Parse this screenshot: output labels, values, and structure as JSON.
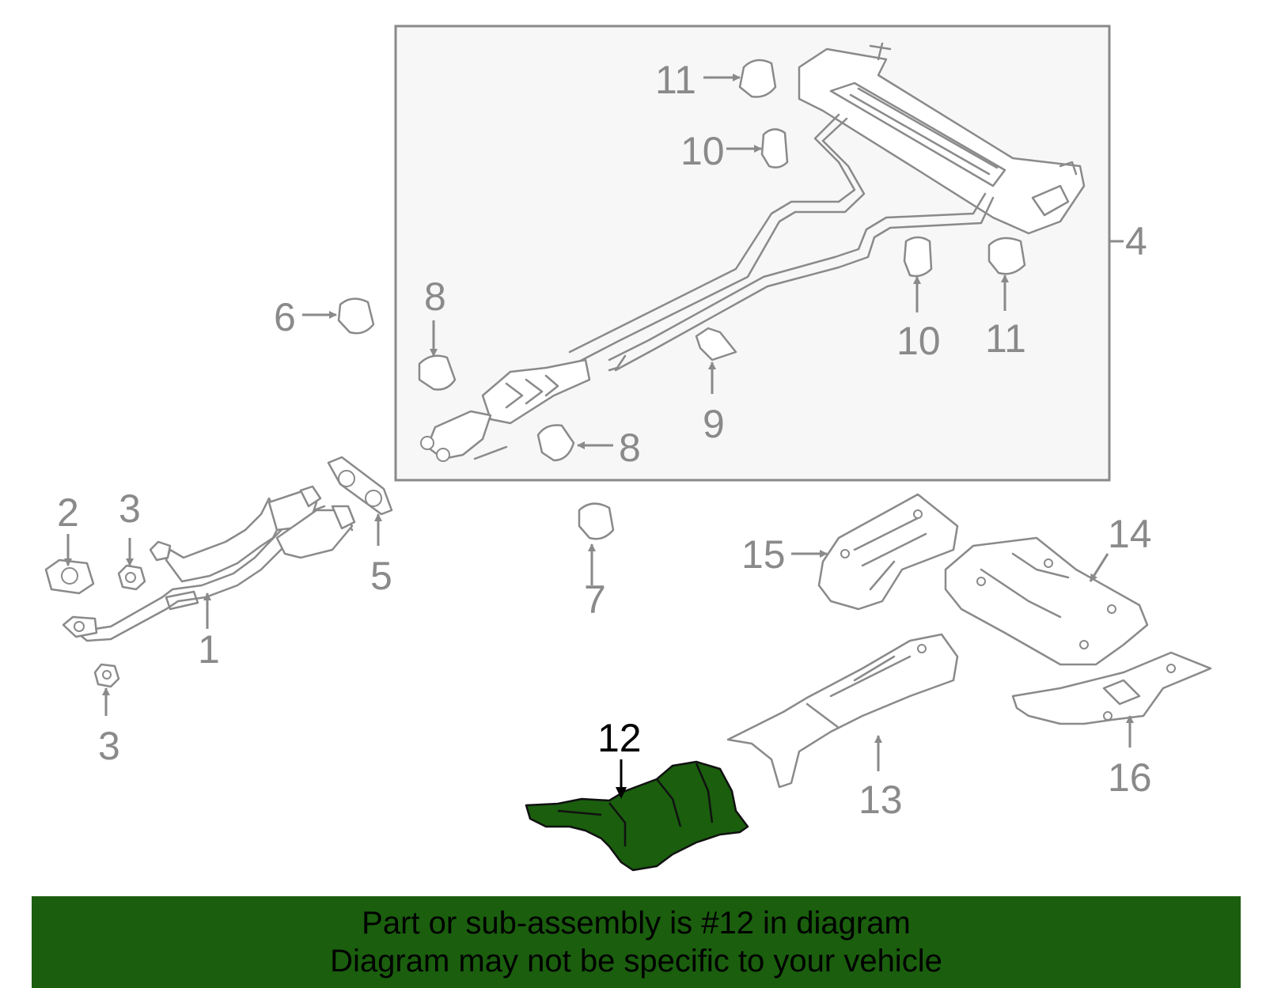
{
  "diagram": {
    "highlight_color": "#1a5e0e",
    "callouts": [
      "1",
      "2",
      "3",
      "3",
      "4",
      "5",
      "6",
      "7",
      "8",
      "8",
      "9",
      "10",
      "10",
      "11",
      "11",
      "12",
      "13",
      "14",
      "15",
      "16"
    ],
    "highlighted_callout": "12"
  },
  "banner": {
    "line1": "Part or sub-assembly is #12 in diagram",
    "line2": "Diagram may not be specific to your vehicle",
    "background": "#1a5e0e"
  }
}
